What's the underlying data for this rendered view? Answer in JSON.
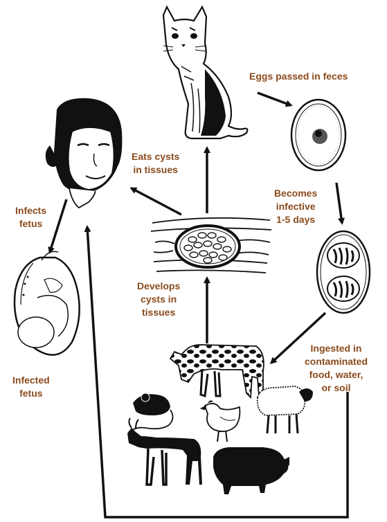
{
  "colors": {
    "label_text": "#8a4a1c",
    "ink": "#111111",
    "paper": "#ffffff"
  },
  "labels": {
    "eggs_passed": "Eggs passed in feces",
    "eats_cysts": [
      "Eats cysts",
      "in tissues"
    ],
    "becomes_infective": [
      "Becomes",
      "infective",
      "1-5 days"
    ],
    "develops_cysts": [
      "Develops",
      "cysts in",
      "tissues"
    ],
    "infects_fetus": [
      "Infects",
      "fetus"
    ],
    "infected_fetus": [
      "Infected",
      "fetus"
    ],
    "ingested": [
      "Ingested in",
      "contaminated",
      "food, water,",
      "or soil"
    ]
  },
  "illustrations": [
    "cat-illustration",
    "oocyst-egg-illustration",
    "sporulated-oocyst-illustration",
    "tissue-cyst-illustration",
    "woman-head-illustration",
    "fetus-in-uterus-illustration",
    "cow-illustration",
    "mouse-illustration",
    "chicken-illustration",
    "sheep-illustration",
    "goat-illustration",
    "pig-illustration"
  ]
}
